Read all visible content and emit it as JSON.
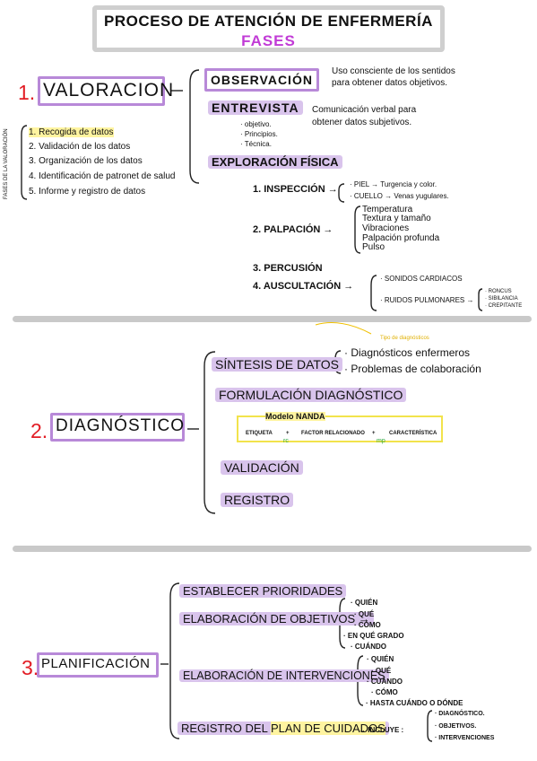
{
  "header": {
    "title": "PROCESO DE ATENCIÓN DE ENFERMERÍA",
    "subtitle": "FASES"
  },
  "valoracion": {
    "num": "1.",
    "name": "VALORACION",
    "side_label": "FASES DE LA VALORACIÓN",
    "steps": [
      "1. Recogida de datos",
      "2. Validación de los datos",
      "3. Organización de los datos",
      "4. Identificación de patronet de salud",
      "5. Informe y registro de datos"
    ],
    "observacion": {
      "label": "OBSERVACIÓN",
      "desc": [
        "Uso consciente de los sentidos",
        "para obtener datos objetivos."
      ]
    },
    "entrevista": {
      "label": "ENTREVISTA",
      "desc": [
        "Comunicación verbal para",
        "obtener datos subjetivos."
      ],
      "bullets": [
        "· objetivo.",
        "· Principios.",
        "· Técnica."
      ]
    },
    "exploracion": {
      "label": "EXPLORACIÓN FÍSICA",
      "inspeccion": {
        "label": "1. INSPECCIÓN →",
        "items": [
          "· PIEL → Turgencia y color.",
          "· CUELLO → Venas yugulares."
        ]
      },
      "palpacion": {
        "label": "2. PALPACIÓN →",
        "items": [
          "Temperatura",
          "Textura y tamaño",
          "Vibraciones",
          "Palpación profunda",
          "Pulso"
        ]
      },
      "percusion": "3. PERCUSIÓN",
      "auscultacion": {
        "label": "4. AUSCULTACIÓN →",
        "items": [
          "· SONIDOS CARDIACOS",
          "· RUIDOS PULMONARES →"
        ],
        "sub": [
          "· RONCUS",
          "· SIBILANCIA",
          "· CREPITANTE"
        ]
      }
    }
  },
  "diagnostico": {
    "num": "2.",
    "name": "DIAGNÓSTICO",
    "sintesis": {
      "label": "SÍNTESIS DE DATOS",
      "note": "Tipo de diagnósticos",
      "items": [
        "· Diagnósticos enfermeros",
        "· Problemas de colaboración"
      ]
    },
    "formulacion": "FORMULACIÓN DIAGNÓSTICO",
    "modelo": {
      "title": "Modelo NANDA",
      "formula": [
        "ETIQUETA",
        "+",
        "FACTOR RELACIONADO",
        "+",
        "CARACTERÍSTICA"
      ],
      "rc": "rc",
      "mp": "mp"
    },
    "validacion": "VALIDACIÓN",
    "registro": "REGISTRO"
  },
  "planificacion": {
    "num": "3.",
    "name": "PLANIFICACIÓN",
    "prioridades": "ESTABLECER PRIORIDADES",
    "objetivos": {
      "label": "ELABORACIÓN DE OBJETIVOS →",
      "items": [
        "· QUIÉN",
        "· QUÉ",
        "· CÓMO",
        "· EN QUÉ GRADO",
        "· CUÁNDO"
      ]
    },
    "intervenciones": {
      "label": "ELABORACIÓN DE INTERVENCIONES",
      "items": [
        "· QUIÉN",
        "· QUÉ",
        "· CUÁNDO",
        "· CÓMO",
        "· HASTA CUÁNDO O DÓNDE"
      ]
    },
    "registro": {
      "label_a": "REGISTRO DEL",
      "label_b": "PLAN DE CUIDADOS",
      "incluye": "→ INCLUYE :",
      "items": [
        "· DIAGNÓSTICO.",
        "· OBJETIVOS.",
        "· INTERVENCIONES"
      ]
    }
  }
}
